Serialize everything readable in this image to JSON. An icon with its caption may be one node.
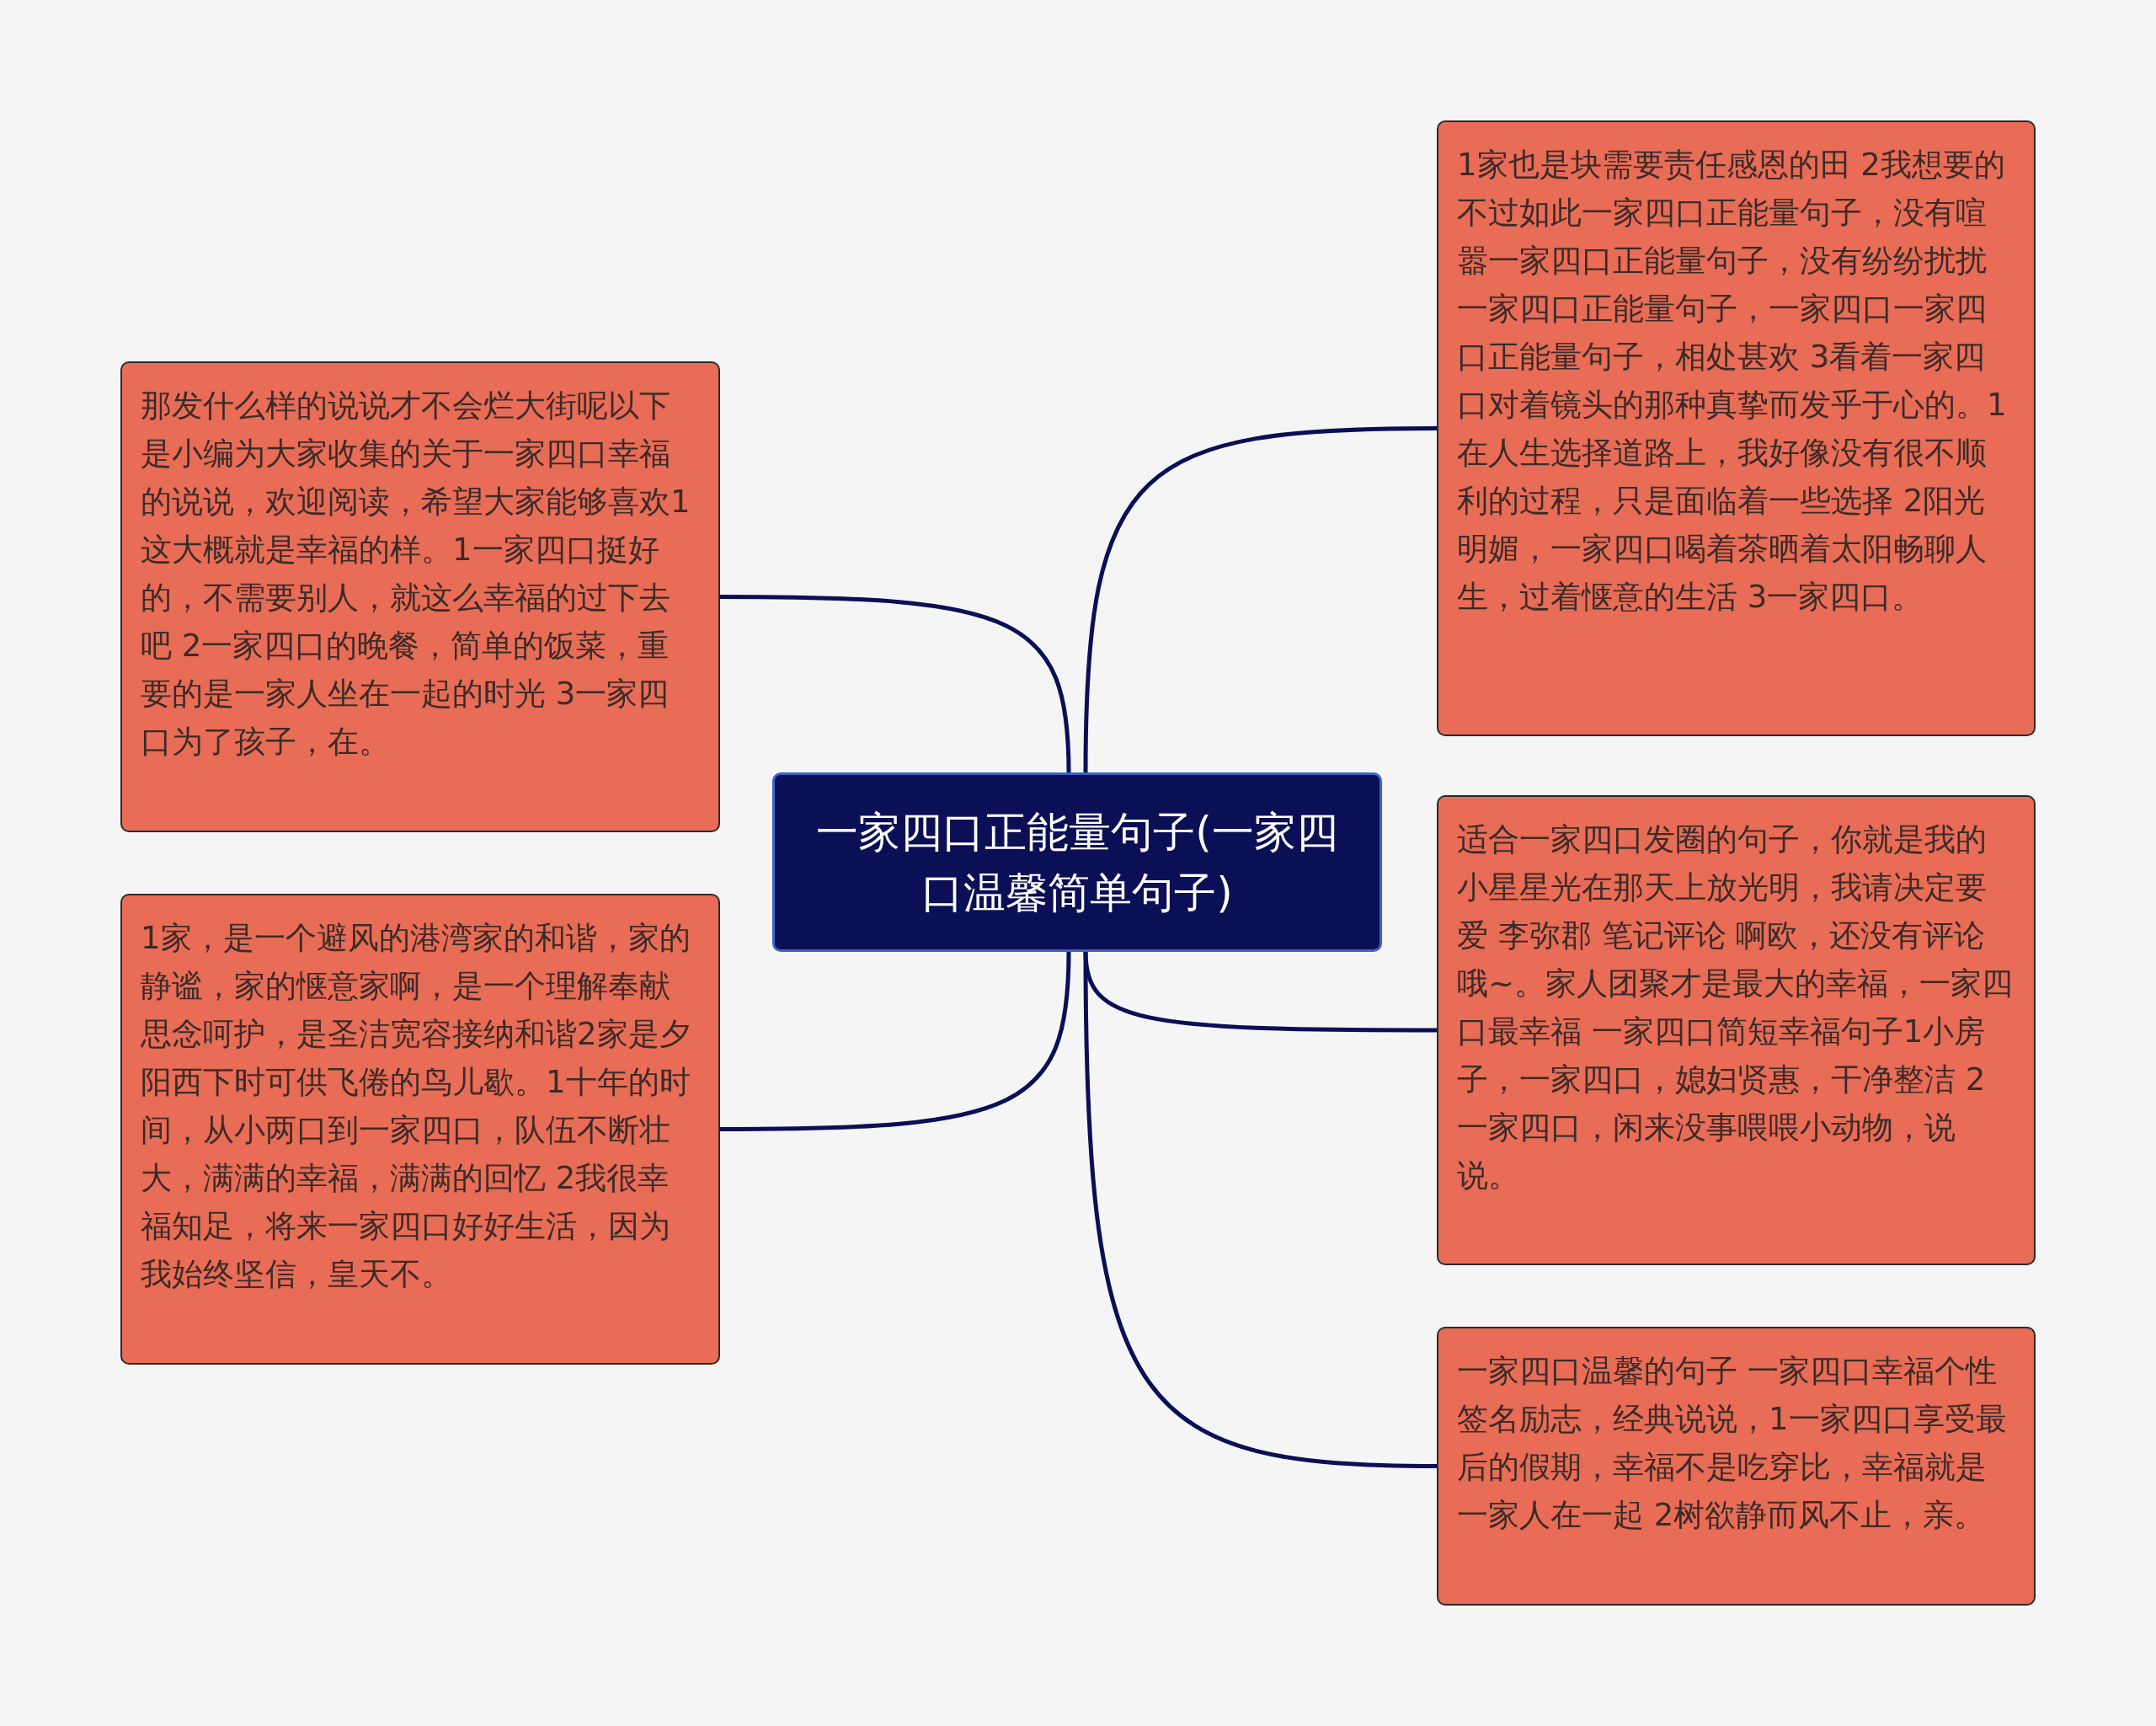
{
  "diagram": {
    "nodes": [
      {
        "text": [
          "一家四口正能量句子(一家四口温馨简单句子)"
        ]
      },
      {
        "text": [
          "那发什么样的说说才不会烂大街呢以下是小编为大家收集的关于一家四口幸福的说说，欢迎阅读，希望大家能够喜欢1这大概就是幸福的样。1一家四口挺好的，不需要别人，就这么幸福的过下去吧 2一家四口的晚餐，简单的饭菜，重要的是一家人坐在一起的时光 3一家四口为了孩子，在。"
        ]
      },
      {
        "text": [
          "1家，是一个避风的港湾家的和谐，家的静谧，家的惬意家啊，是一个理解奉献思念呵护，是圣洁宽容接纳和谐2家是夕阳西下时可供飞倦的鸟儿歇。1十年的时间，从小两口到一家四口，队伍不断壮大，满满的幸福，满满的回忆 2我很幸福知足，将来一家四口好好生活，因为我始终坚信，皇天不。"
        ]
      },
      {
        "text": [
          "1家也是块需要责任感恩的田 2我想要的不过如此一家四口正能量句子，没有喧嚣一家四口正能量句子，没有纷纷扰扰一家四口正能量句子，一家四口一家四口正能量句子，相处甚欢 3看着一家四口对着镜头的那种真挚而发乎于心的。1在人生选择道路上，我好像没有很不顺利的过程，只是面临着一些选择 2阳光明媚，一家四口喝着茶晒着太阳畅聊人生，过着惬意的生活 3一家四口。"
        ]
      },
      {
        "text": [
          "适合一家四口发圈的句子，你就是我的小星星光在那天上放光明，我请决定要爱 李弥郡 笔记评论 啊欧，还没有评论哦~。家人团聚才是最大的幸福，一家四口最幸福 一家四口简短幸福句子1小房子，一家四口，媳妇贤惠，干净整洁 2一家四口，闲来没事喂喂小动物，说说。"
        ]
      },
      {
        "text": [
          "一家四口温馨的句子 一家四口幸福个性签名励志，经典说说，1一家四口享受最后的假期，幸福不是吃穿比，幸福就是一家人在一起 2树欲静而风不止，亲。"
        ]
      }
    ],
    "edges": [
      {
        "from": 0,
        "to": 1,
        "arrow": "none"
      },
      {
        "from": 0,
        "to": 2,
        "arrow": "none"
      },
      {
        "from": 0,
        "to": 3,
        "arrow": "none"
      },
      {
        "from": 0,
        "to": 4,
        "arrow": "none"
      },
      {
        "from": 0,
        "to": 5,
        "arrow": "none"
      }
    ]
  }
}
